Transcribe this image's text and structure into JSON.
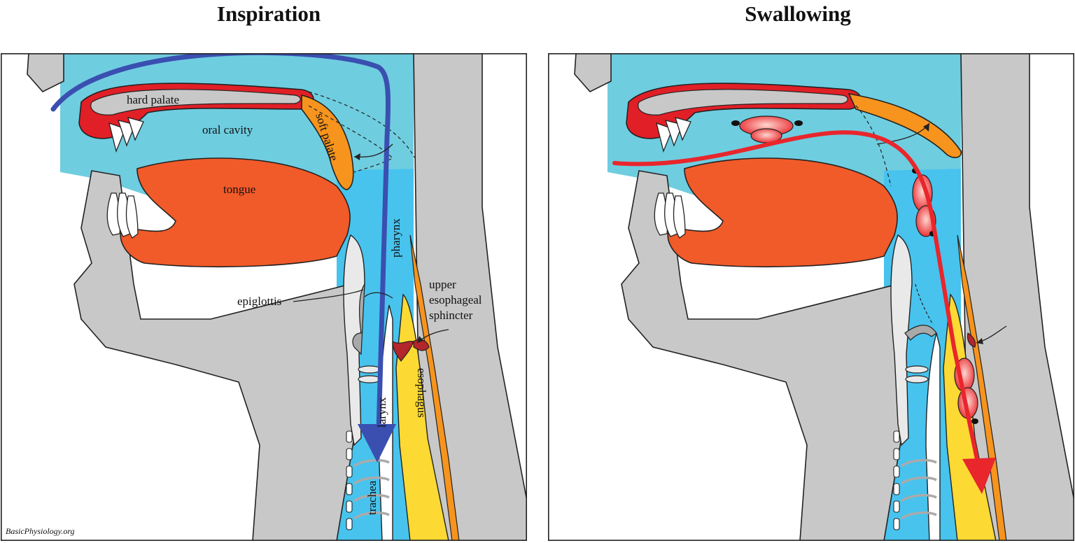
{
  "panels": [
    {
      "title": "Inspiration"
    },
    {
      "title": "Swallowing"
    }
  ],
  "labels": {
    "hard_palate": "hard palate",
    "oral_cavity": "oral cavity",
    "soft_palate": "soft palate",
    "tongue": "tongue",
    "pharynx": "pharynx",
    "epiglottis": "epiglottis",
    "upper_esophageal_sphincter": [
      "upper",
      "esophageal",
      "sphincter"
    ],
    "larynx": "larynx",
    "esophagus": "esophagus",
    "trachea": "trachea"
  },
  "credit": "BasicPhysiology.org",
  "colors": {
    "airflow_arrow": "#3a4fb0",
    "swallow_arrow": "#e8262b",
    "tissue_gray": "#c8c8c8",
    "cavity_blue": "#6fcde0",
    "pharynx_blue": "#47c3ee",
    "palate_red": "#e11f26",
    "soft_palate_orange": "#f7941d",
    "tongue_orange": "#f15a29",
    "esophagus_yellow": "#fcd933",
    "sphincter_red": "#b3262b"
  }
}
